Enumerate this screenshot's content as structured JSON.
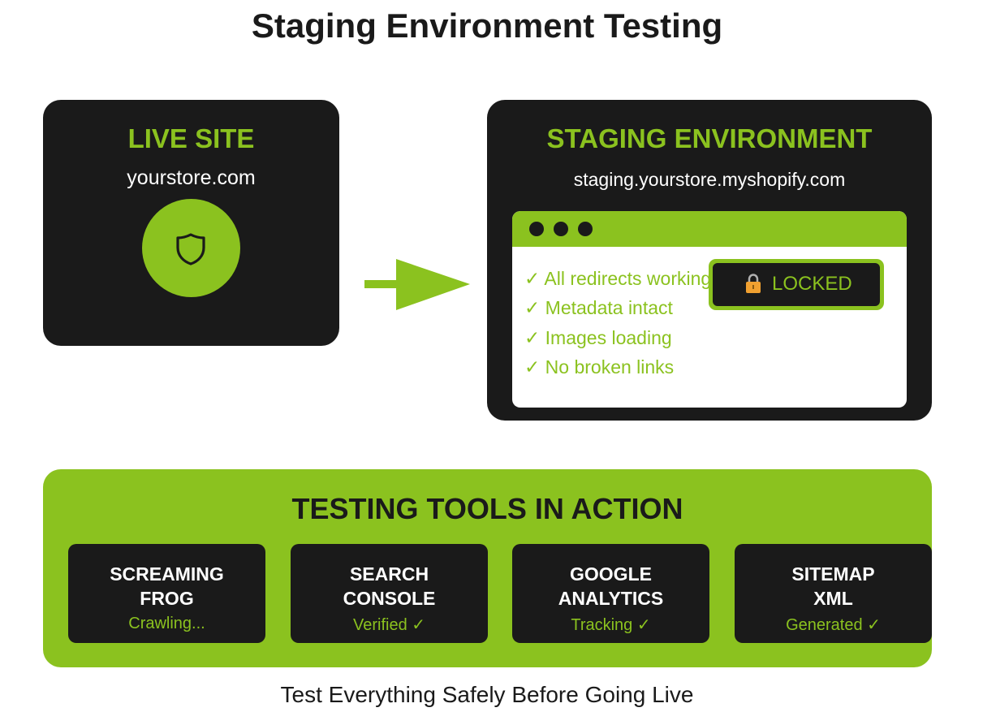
{
  "title": "Staging Environment Testing",
  "live_site": {
    "heading": "LIVE SITE",
    "url": "yourstore.com",
    "icon": "shield-icon"
  },
  "staging": {
    "heading": "STAGING ENVIRONMENT",
    "url": "staging.yourstore.myshopify.com",
    "checks": [
      "✓ All redirects working",
      "✓ Metadata intact",
      "✓ Images loading",
      "✓ No broken links"
    ],
    "locked_label": "LOCKED",
    "lock_icon": "lock-icon"
  },
  "tools": {
    "heading": "TESTING TOOLS IN ACTION",
    "items": [
      {
        "name_line1": "SCREAMING",
        "name_line2": "FROG",
        "status": "Crawling..."
      },
      {
        "name_line1": "SEARCH",
        "name_line2": "CONSOLE",
        "status": "Verified ✓"
      },
      {
        "name_line1": "GOOGLE",
        "name_line2": "ANALYTICS",
        "status": "Tracking ✓"
      },
      {
        "name_line1": "SITEMAP",
        "name_line2": "XML",
        "status": "Generated ✓"
      }
    ]
  },
  "caption": "Test Everything Safely Before Going Live",
  "colors": {
    "accent": "#8bc21f",
    "dark": "#1a1a1a",
    "lock": "#f0a030"
  }
}
